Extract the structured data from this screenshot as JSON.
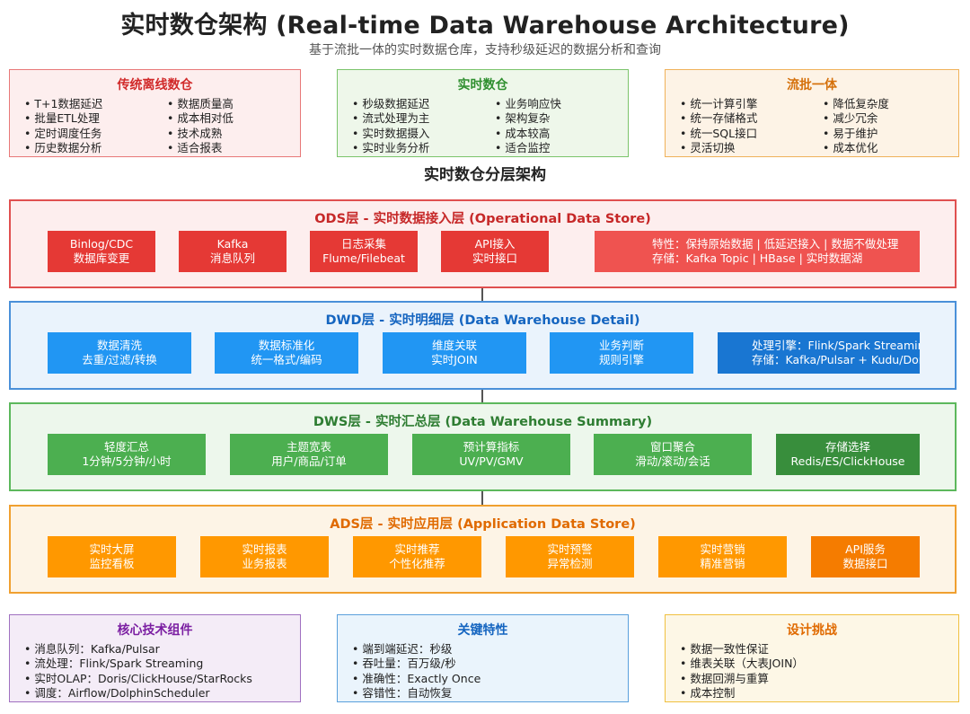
{
  "header": {
    "title": "实时数仓架构 (Real-time Data Warehouse Architecture)",
    "subtitle": "基于流批一体的实时数据仓库，支持秒级延迟的数据分析和查询"
  },
  "compare_cards": {
    "offline": {
      "title": "传统离线数仓",
      "left": [
        "T+1数据延迟",
        "批量ETL处理",
        "定时调度任务",
        "历史数据分析"
      ],
      "right": [
        "数据质量高",
        "成本相对低",
        "技术成熟",
        "适合报表"
      ]
    },
    "realtime": {
      "title": "实时数仓",
      "left": [
        "秒级数据延迟",
        "流式处理为主",
        "实时数据摄入",
        "实时业务分析"
      ],
      "right": [
        "业务响应快",
        "架构复杂",
        "成本较高",
        "适合监控"
      ]
    },
    "unified": {
      "title": "流批一体",
      "left": [
        "统一计算引擎",
        "统一存储格式",
        "统一SQL接口",
        "灵活切换"
      ],
      "right": [
        "降低复杂度",
        "减少冗余",
        "易于维护",
        "成本优化"
      ]
    }
  },
  "layers_heading": "实时数仓分层架构",
  "layers": {
    "ods": {
      "title": "ODS层 - 实时数据接入层 (Operational Data Store)",
      "boxes": [
        [
          "Binlog/CDC",
          "数据库变更"
        ],
        [
          "Kafka",
          "消息队列"
        ],
        [
          "日志采集",
          "Flume/Filebeat"
        ],
        [
          "API接入",
          "实时接口"
        ]
      ],
      "info": [
        "特性：保持原始数据 | 低延迟接入 | 数据不做处理",
        "存储：Kafka Topic | HBase | 实时数据湖"
      ]
    },
    "dwd": {
      "title": "DWD层 - 实时明细层 (Data Warehouse Detail)",
      "boxes": [
        [
          "数据清洗",
          "去重/过滤/转换"
        ],
        [
          "数据标准化",
          "统一格式/编码"
        ],
        [
          "维度关联",
          "实时JOIN"
        ],
        [
          "业务判断",
          "规则引擎"
        ]
      ],
      "info": [
        "处理引擎：Flink/Spark Streaming",
        "存储：Kafka/Pulsar + Kudu/Doris"
      ]
    },
    "dws": {
      "title": "DWS层 - 实时汇总层 (Data Warehouse Summary)",
      "boxes": [
        [
          "轻度汇总",
          "1分钟/5分钟/小时"
        ],
        [
          "主题宽表",
          "用户/商品/订单"
        ],
        [
          "预计算指标",
          "UV/PV/GMV"
        ],
        [
          "窗口聚合",
          "滑动/滚动/会话"
        ],
        [
          "存储选择",
          "Redis/ES/ClickHouse"
        ]
      ]
    },
    "ads": {
      "title": "ADS层 - 实时应用层 (Application Data Store)",
      "boxes": [
        [
          "实时大屏",
          "监控看板"
        ],
        [
          "实时报表",
          "业务报表"
        ],
        [
          "实时推荐",
          "个性化推荐"
        ],
        [
          "实时预警",
          "异常检测"
        ],
        [
          "实时营销",
          "精准营销"
        ],
        [
          "API服务",
          "数据接口"
        ]
      ]
    }
  },
  "bottom_cards": {
    "tech": {
      "title": "核心技术组件",
      "items": [
        "消息队列：Kafka/Pulsar",
        "流处理：Flink/Spark Streaming",
        "实时OLAP：Doris/ClickHouse/StarRocks",
        "调度：Airflow/DolphinScheduler"
      ]
    },
    "features": {
      "title": "关键特性",
      "items": [
        "端到端延迟：秒级",
        "吞吐量：百万级/秒",
        "准确性：Exactly Once",
        "容错性：自动恢复"
      ]
    },
    "challenges": {
      "title": "设计挑战",
      "items": [
        "数据一致性保证",
        "维表关联（大表JOIN）",
        "数据回溯与重算",
        "成本控制"
      ]
    }
  }
}
